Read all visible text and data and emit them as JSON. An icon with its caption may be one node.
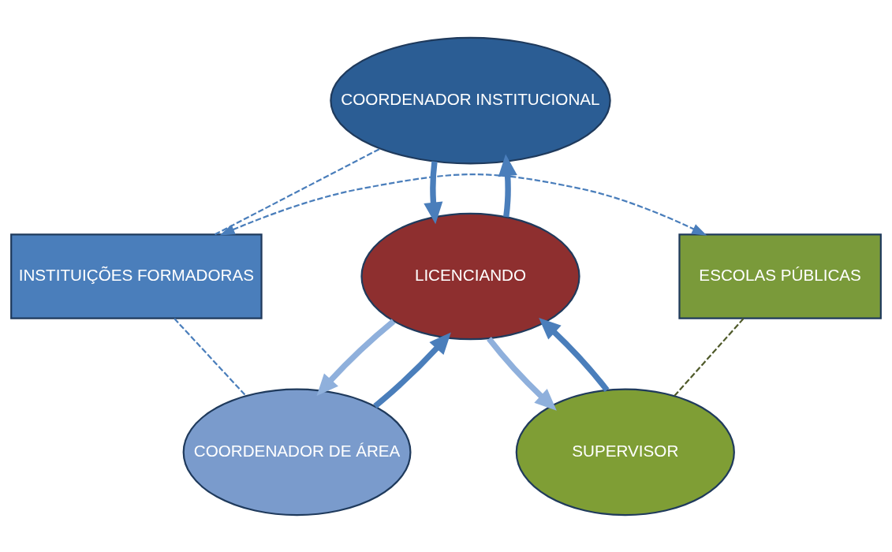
{
  "diagram": {
    "nodes": [
      {
        "text": [
          "COORDENADOR INSTITUCIONAL"
        ]
      },
      {
        "text": [
          "INSTITUIÇÕES FORMADORAS"
        ]
      },
      {
        "text": [
          "ESCOLAS PÚBLICAS"
        ]
      },
      {
        "text": [
          "LICENCIANDO"
        ]
      },
      {
        "text": [
          "COORDENADOR DE ÁREA"
        ]
      },
      {
        "text": [
          "SUPERVISOR"
        ]
      }
    ],
    "edges": [
      {
        "from": 1,
        "to": 0,
        "arrow": "none",
        "style": "dashed"
      },
      {
        "from": 1,
        "to": 2,
        "arrow": "both",
        "style": "dashed"
      },
      {
        "from": 1,
        "to": 4,
        "arrow": "none",
        "style": "dashed"
      },
      {
        "from": 2,
        "to": 5,
        "arrow": "none",
        "style": "dashed",
        "color": "#4f5a2a"
      },
      {
        "from": 3,
        "to": 0,
        "arrow": "to"
      },
      {
        "from": 0,
        "to": 3,
        "arrow": "to"
      },
      {
        "from": 3,
        "to": 4,
        "arrow": "to",
        "color": "#8fb0dc"
      },
      {
        "from": 4,
        "to": 3,
        "arrow": "to"
      },
      {
        "from": 3,
        "to": 5,
        "arrow": "to",
        "color": "#8fb0dc"
      },
      {
        "from": 5,
        "to": 3,
        "arrow": "to"
      }
    ]
  }
}
